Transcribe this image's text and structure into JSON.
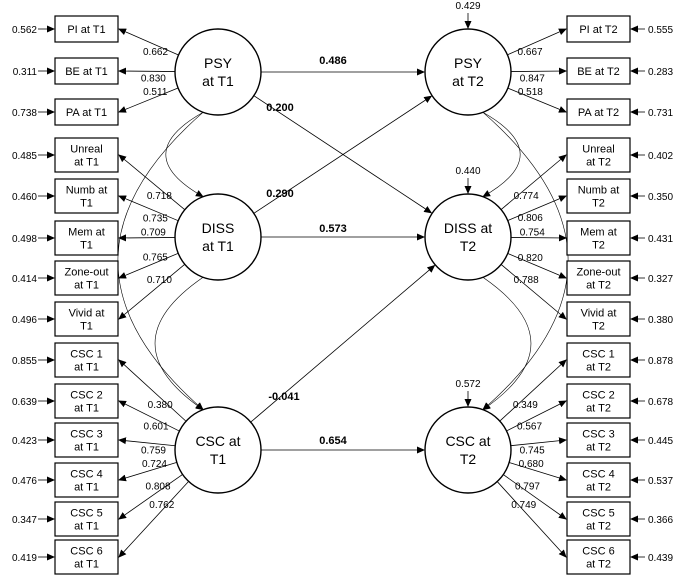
{
  "latent": {
    "psy_t1": [
      "PSY",
      "at T1"
    ],
    "diss_t1": [
      "DISS",
      "at T1"
    ],
    "csc_t1": [
      "CSC at",
      "T1"
    ],
    "psy_t2": [
      "PSY",
      "at T2"
    ],
    "diss_t2": [
      "DISS at",
      "T2"
    ],
    "csc_t2": [
      "CSC at",
      "T2"
    ]
  },
  "indicators_t1": [
    {
      "label": [
        "PI at T1"
      ],
      "error": "0.562",
      "loading": "0.662",
      "latent": "psy"
    },
    {
      "label": [
        "BE at T1"
      ],
      "error": "0.311",
      "loading": "0.830",
      "latent": "psy"
    },
    {
      "label": [
        "PA at T1"
      ],
      "error": "0.738",
      "loading": "0.511",
      "latent": "psy"
    },
    {
      "label": [
        "Unreal",
        "at T1"
      ],
      "error": "0.485",
      "loading": "0.718",
      "latent": "diss"
    },
    {
      "label": [
        "Numb at",
        "T1"
      ],
      "error": "0.460",
      "loading": "0.735",
      "latent": "diss"
    },
    {
      "label": [
        "Mem at",
        "T1"
      ],
      "error": "0.498",
      "loading": "0.709",
      "latent": "diss"
    },
    {
      "label": [
        "Zone-out",
        "at T1"
      ],
      "error": "0.414",
      "loading": "0.765",
      "latent": "diss"
    },
    {
      "label": [
        "Vivid at",
        "T1"
      ],
      "error": "0.496",
      "loading": "0.710",
      "latent": "diss"
    },
    {
      "label": [
        "CSC 1",
        "at T1"
      ],
      "error": "0.855",
      "loading": "0.380",
      "latent": "csc"
    },
    {
      "label": [
        "CSC 2",
        "at T1"
      ],
      "error": "0.639",
      "loading": "0.601",
      "latent": "csc"
    },
    {
      "label": [
        "CSC 3",
        "at T1"
      ],
      "error": "0.423",
      "loading": "0.759",
      "latent": "csc"
    },
    {
      "label": [
        "CSC 4",
        "at T1"
      ],
      "error": "0.476",
      "loading": "0.724",
      "latent": "csc"
    },
    {
      "label": [
        "CSC 5",
        "at T1"
      ],
      "error": "0.347",
      "loading": "0.808",
      "latent": "csc"
    },
    {
      "label": [
        "CSC 6",
        "at T1"
      ],
      "error": "0.419",
      "loading": "0.762",
      "latent": "csc"
    }
  ],
  "indicators_t2": [
    {
      "label": [
        "PI at T2"
      ],
      "error": "0.555",
      "loading": "0.667",
      "latent": "psy"
    },
    {
      "label": [
        "BE at T2"
      ],
      "error": "0.283",
      "loading": "0.847",
      "latent": "psy"
    },
    {
      "label": [
        "PA at T2"
      ],
      "error": "0.731",
      "loading": "0.518",
      "latent": "psy"
    },
    {
      "label": [
        "Unreal",
        "at T2"
      ],
      "error": "0.402",
      "loading": "0.774",
      "latent": "diss"
    },
    {
      "label": [
        "Numb at",
        "T2"
      ],
      "error": "0.350",
      "loading": "0.806",
      "latent": "diss"
    },
    {
      "label": [
        "Mem at",
        "T2"
      ],
      "error": "0.431",
      "loading": "0.754",
      "latent": "diss"
    },
    {
      "label": [
        "Zone-out",
        "at T2"
      ],
      "error": "0.327",
      "loading": "0.820",
      "latent": "diss"
    },
    {
      "label": [
        "Vivid at",
        "T2"
      ],
      "error": "0.380",
      "loading": "0.788",
      "latent": "diss"
    },
    {
      "label": [
        "CSC 1",
        "at T2"
      ],
      "error": "0.878",
      "loading": "0.349",
      "latent": "csc"
    },
    {
      "label": [
        "CSC 2",
        "at T2"
      ],
      "error": "0.678",
      "loading": "0.567",
      "latent": "csc"
    },
    {
      "label": [
        "CSC 3",
        "at T2"
      ],
      "error": "0.445",
      "loading": "0.745",
      "latent": "csc"
    },
    {
      "label": [
        "CSC 4",
        "at T2"
      ],
      "error": "0.537",
      "loading": "0.680",
      "latent": "csc"
    },
    {
      "label": [
        "CSC 5",
        "at T2"
      ],
      "error": "0.366",
      "loading": "0.797",
      "latent": "csc"
    },
    {
      "label": [
        "CSC 6",
        "at T2"
      ],
      "error": "0.439",
      "loading": "0.749",
      "latent": "csc"
    }
  ],
  "residuals_t2": {
    "psy": "0.429",
    "diss": "0.440",
    "csc": "0.572"
  },
  "paths": {
    "psy_psy": "0.486",
    "psy_diss": "0.200",
    "diss_psy": "0.290",
    "diss_diss": "0.573",
    "csc_diss": "-0.041",
    "csc_csc": "0.654"
  }
}
